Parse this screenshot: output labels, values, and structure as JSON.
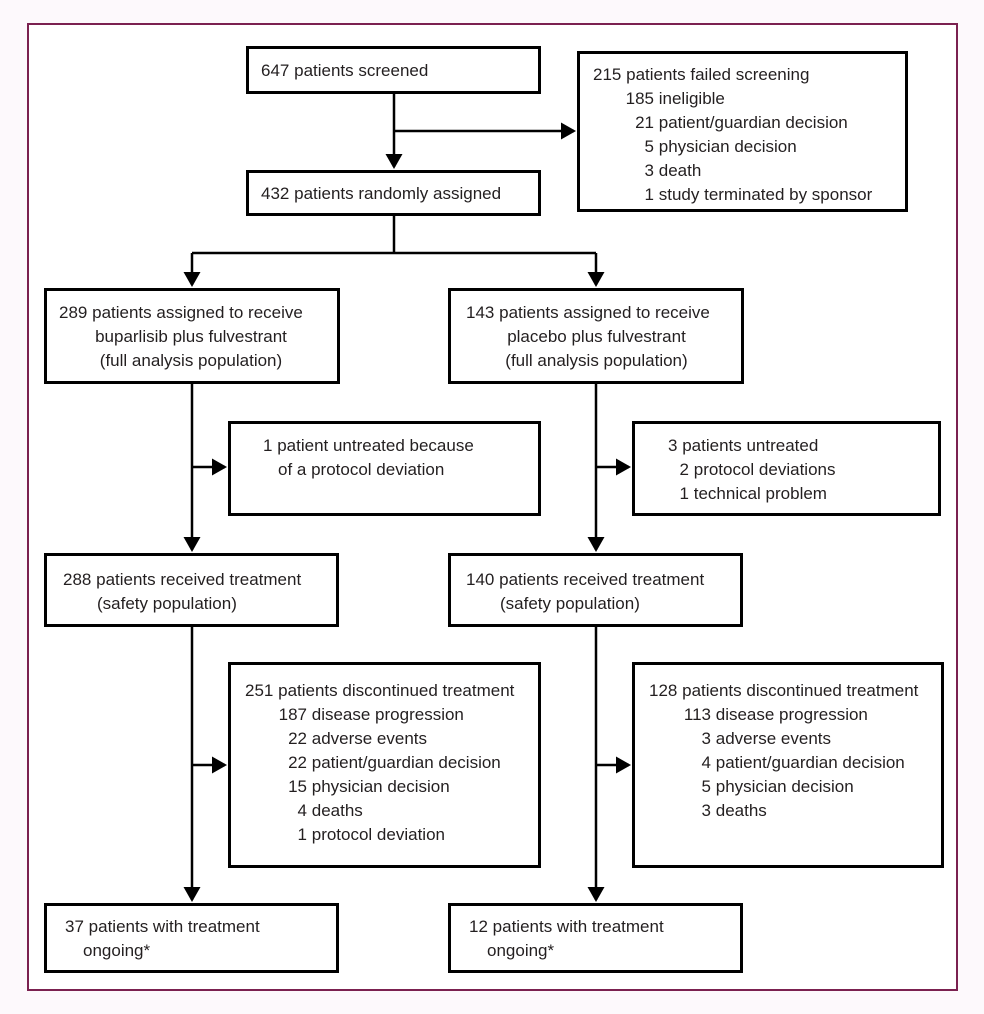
{
  "figure": {
    "type": "flowchart",
    "description": "Randomised trial profile (CONSORT-style diagram)"
  },
  "colors": {
    "frame": "#7b2150",
    "line": "#000000",
    "text": "#231f20",
    "page": "#fdf9fc",
    "canvas": "#ffffff"
  },
  "boxes": {
    "screened": {
      "lines": [
        {
          "num": "647",
          "text": "patients screened"
        }
      ]
    },
    "failed_screening": {
      "lines": [
        {
          "num": "215",
          "text": "patients failed screening"
        },
        {
          "num": "185",
          "text": "ineligible",
          "sub": true
        },
        {
          "num": "21",
          "text": "patient/guardian decision",
          "sub": true
        },
        {
          "num": "5",
          "text": "physician decision",
          "sub": true
        },
        {
          "num": "3",
          "text": "death",
          "sub": true
        },
        {
          "num": "1",
          "text": "study terminated by sponsor",
          "sub": true
        }
      ]
    },
    "randomly_assigned": {
      "lines": [
        {
          "num": "432",
          "text": "patients randomly assigned"
        }
      ]
    },
    "assigned_buparlisib": {
      "lines": [
        {
          "num": "289",
          "text": "patients assigned to receive"
        },
        {
          "text": "buparlisib plus fulvestrant",
          "cont": true
        },
        {
          "text": "(full analysis population)",
          "cont": true
        }
      ]
    },
    "assigned_placebo": {
      "lines": [
        {
          "num": "143",
          "text": "patients assigned to receive"
        },
        {
          "text": "placebo plus fulvestrant",
          "cont": true
        },
        {
          "text": "(full analysis population)",
          "cont": true
        }
      ]
    },
    "untreated_buparlisib": {
      "lines": [
        {
          "num": "1",
          "text": "patient untreated because"
        },
        {
          "text": "of a protocol deviation",
          "cont": true
        }
      ]
    },
    "untreated_placebo": {
      "lines": [
        {
          "num": "3",
          "text": "patients untreated"
        },
        {
          "num": "2",
          "text": "protocol deviations",
          "sub": true
        },
        {
          "num": "1",
          "text": "technical problem",
          "sub": true
        }
      ]
    },
    "received_treatment_buparlisib": {
      "lines": [
        {
          "num": "288",
          "text": "patients received treatment"
        },
        {
          "text": "(safety population)",
          "cont": true
        }
      ]
    },
    "received_treatment_placebo": {
      "lines": [
        {
          "num": "140",
          "text": "patients received treatment"
        },
        {
          "text": "(safety population)",
          "cont": true
        }
      ]
    },
    "discontinued_buparlisib": {
      "lines": [
        {
          "num": "251",
          "text": "patients discontinued treatment"
        },
        {
          "num": "187",
          "text": "disease progression",
          "sub": true
        },
        {
          "num": "22",
          "text": "adverse events",
          "sub": true
        },
        {
          "num": "22",
          "text": "patient/guardian decision",
          "sub": true
        },
        {
          "num": "15",
          "text": "physician decision",
          "sub": true
        },
        {
          "num": "4",
          "text": "deaths",
          "sub": true
        },
        {
          "num": "1",
          "text": "protocol deviation",
          "sub": true
        }
      ]
    },
    "discontinued_placebo": {
      "lines": [
        {
          "num": "128",
          "text": "patients discontinued treatment"
        },
        {
          "num": "113",
          "text": "disease progression",
          "sub": true
        },
        {
          "num": "3",
          "text": "adverse events",
          "sub": true
        },
        {
          "num": "4",
          "text": "patient/guardian decision",
          "sub": true
        },
        {
          "num": "5",
          "text": "physician decision",
          "sub": true
        },
        {
          "num": "3",
          "text": "deaths",
          "sub": true
        }
      ]
    },
    "ongoing_buparlisib": {
      "lines": [
        {
          "num": "37",
          "text": "patients with treatment"
        },
        {
          "text": "ongoing*",
          "cont": true
        }
      ]
    },
    "ongoing_placebo": {
      "lines": [
        {
          "num": "12",
          "text": "patients with treatment"
        },
        {
          "text": "ongoing*",
          "cont": true
        }
      ]
    }
  }
}
